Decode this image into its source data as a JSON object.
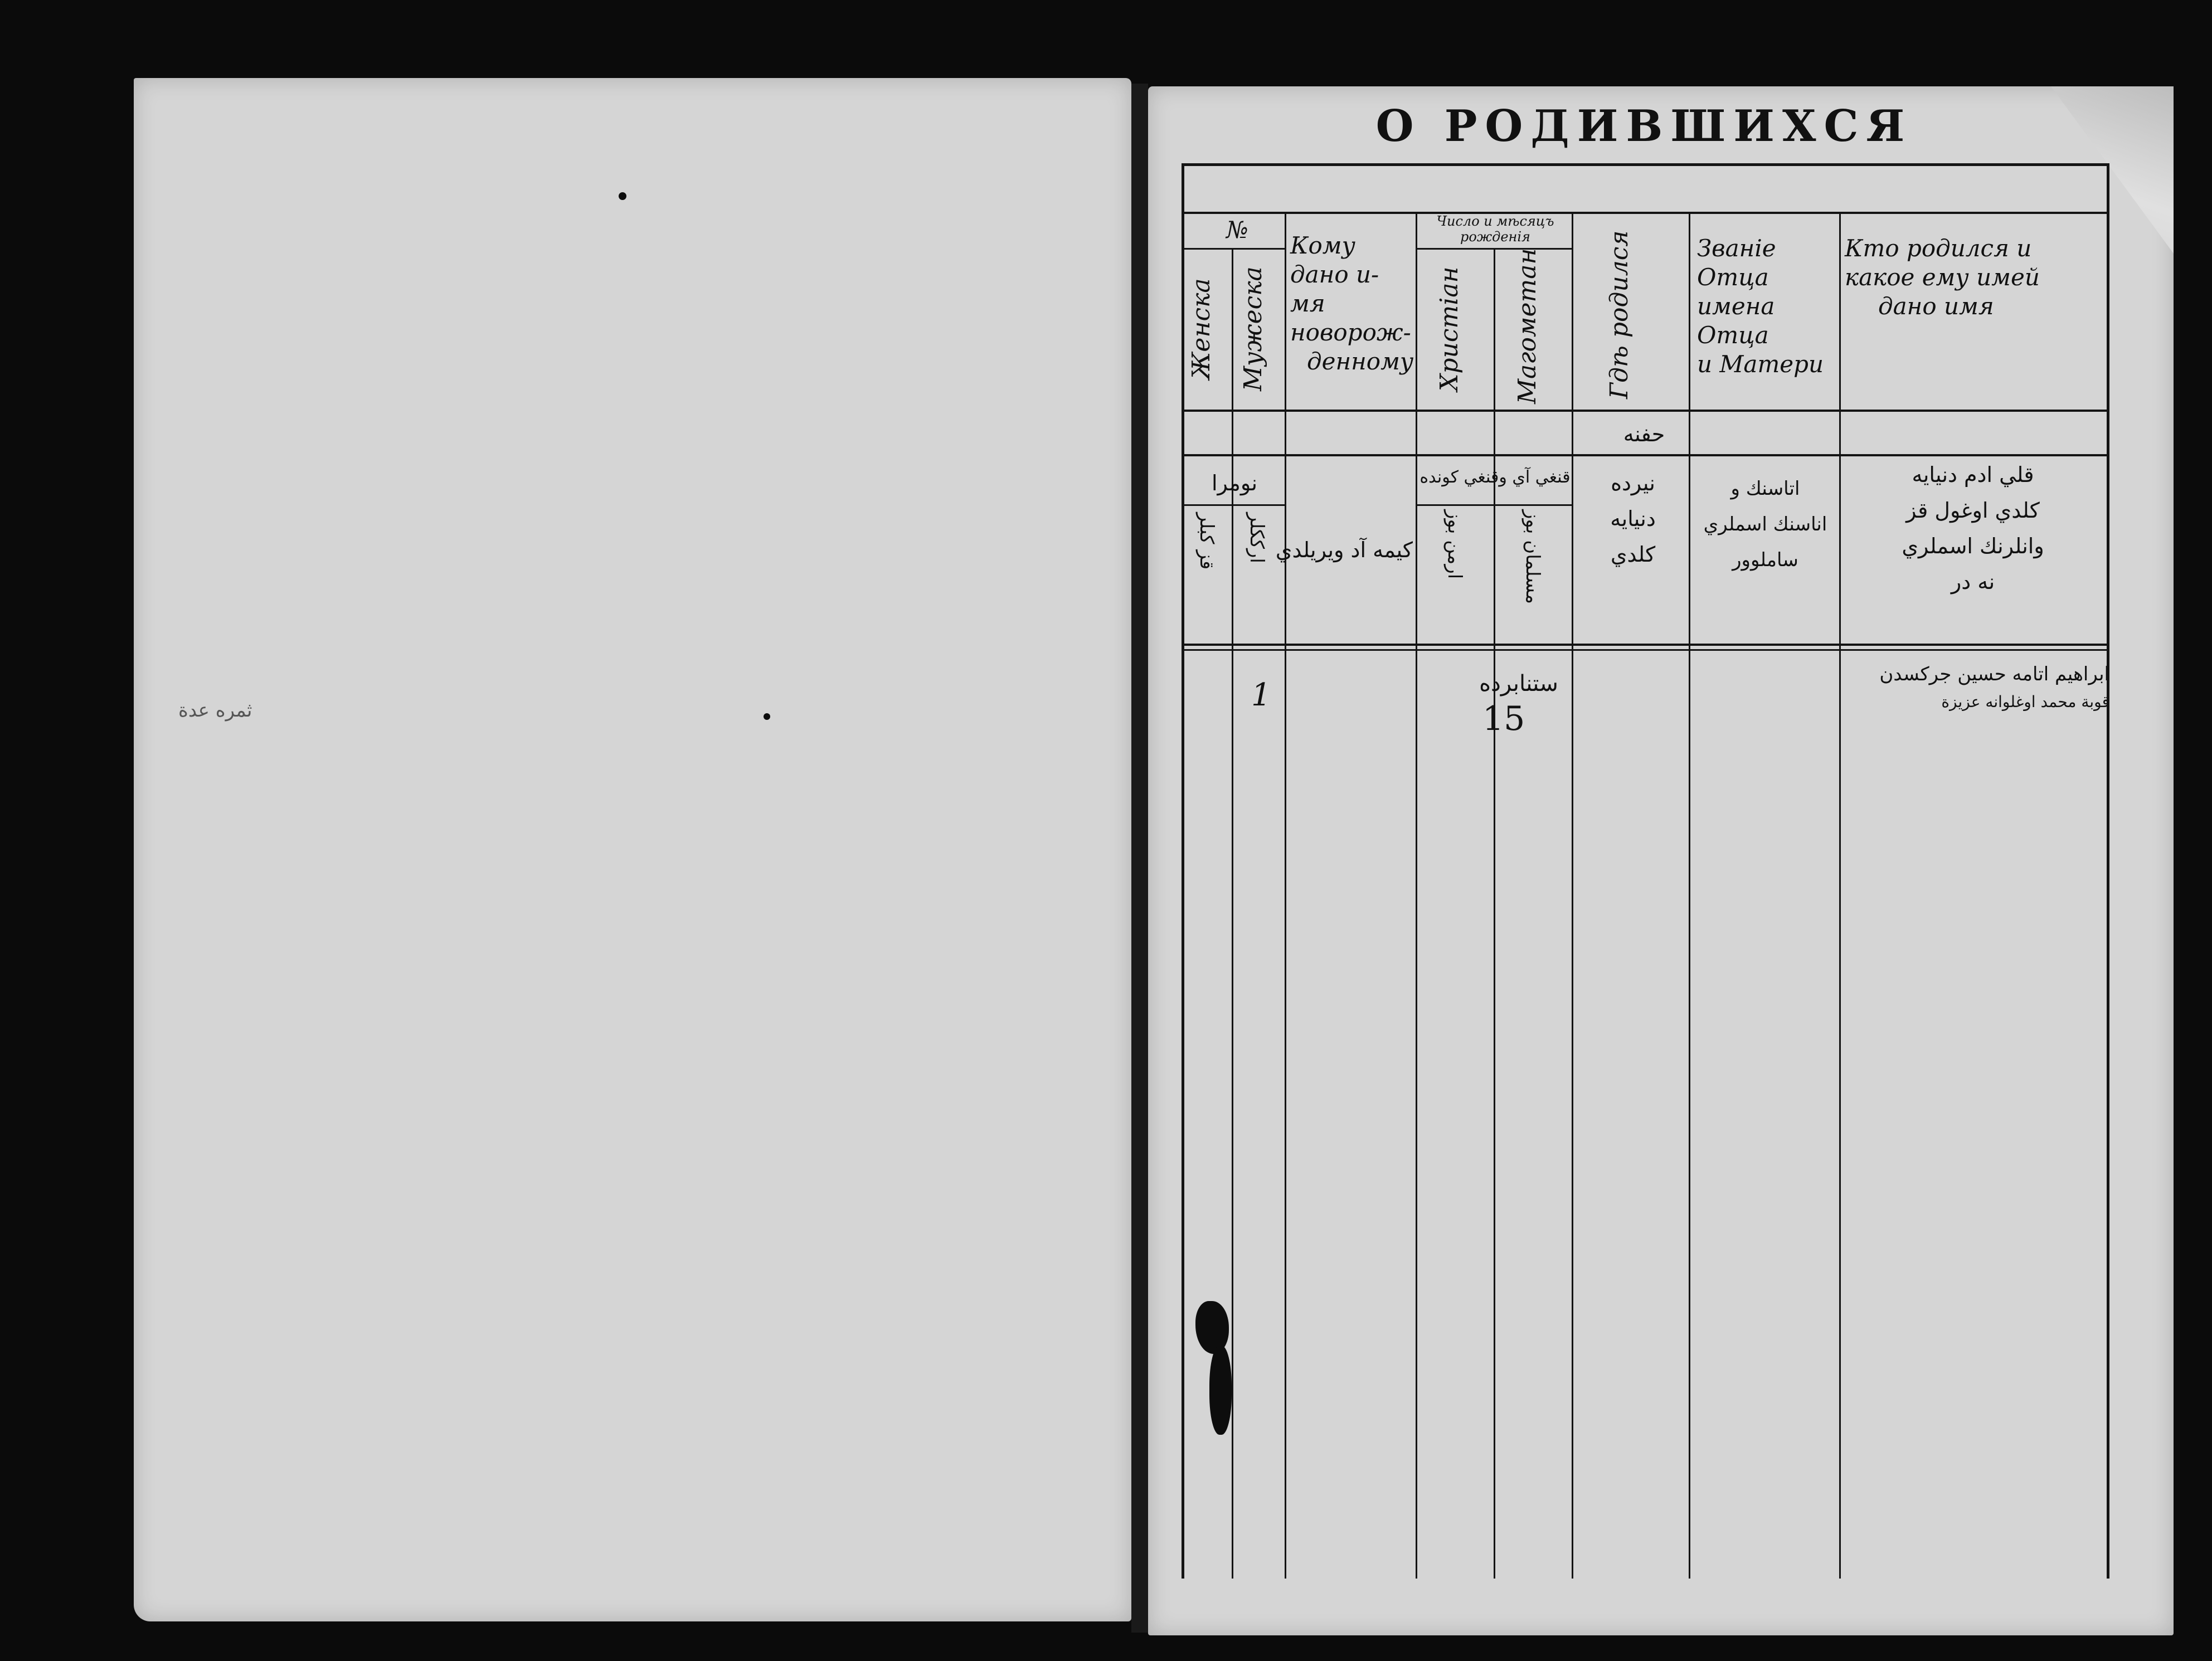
{
  "register": {
    "title": "О РОДИВШИХСЯ",
    "headers": {
      "number": "№",
      "female": "Женска",
      "male": "Мужеска",
      "name_given": [
        "Кому дано и-",
        "мя новорож-",
        "денному"
      ],
      "date_of_birth": [
        "Число и мѣсяцъ",
        "рожденія"
      ],
      "christian": "Христіан",
      "muslim": "Магометан",
      "where_born": "Гдѣ родился",
      "father_rank": [
        "Званіе Отца",
        "имена Отца",
        "и Матери"
      ],
      "who_born": [
        "Кто родился и",
        "какое ему имей",
        "дано имя"
      ]
    },
    "section_word": "حفنه",
    "turkish_headers": {
      "number": "نومرا",
      "female": "قز كبلر",
      "male": "ارككلر",
      "name_given": "كيمه آد ويريلدي",
      "date_of_birth": "قنغي آي وقنغي كونده",
      "christian": "ارمن بوز",
      "muslim": "مسلمان بوز",
      "where_born": [
        "نيرده",
        "دنيايه",
        "كلدي"
      ],
      "father_rank": [
        "اتاسنك و",
        "اناسنك اسملري",
        "ساملوور"
      ],
      "who_born": [
        "قلي ادم دنيايه",
        "كلدي اوغول قز",
        "وانلرنك اسملري",
        "نه در"
      ]
    },
    "entry": {
      "male_number": "1",
      "date": "ستنابرده",
      "day": "15",
      "who_born": [
        "ابراهيم اتامه حسين جركسدن",
        "قوبة محمد اوغلوانه عزيزة"
      ]
    }
  },
  "left_page": {
    "faint_note": "ثمره عدة"
  }
}
